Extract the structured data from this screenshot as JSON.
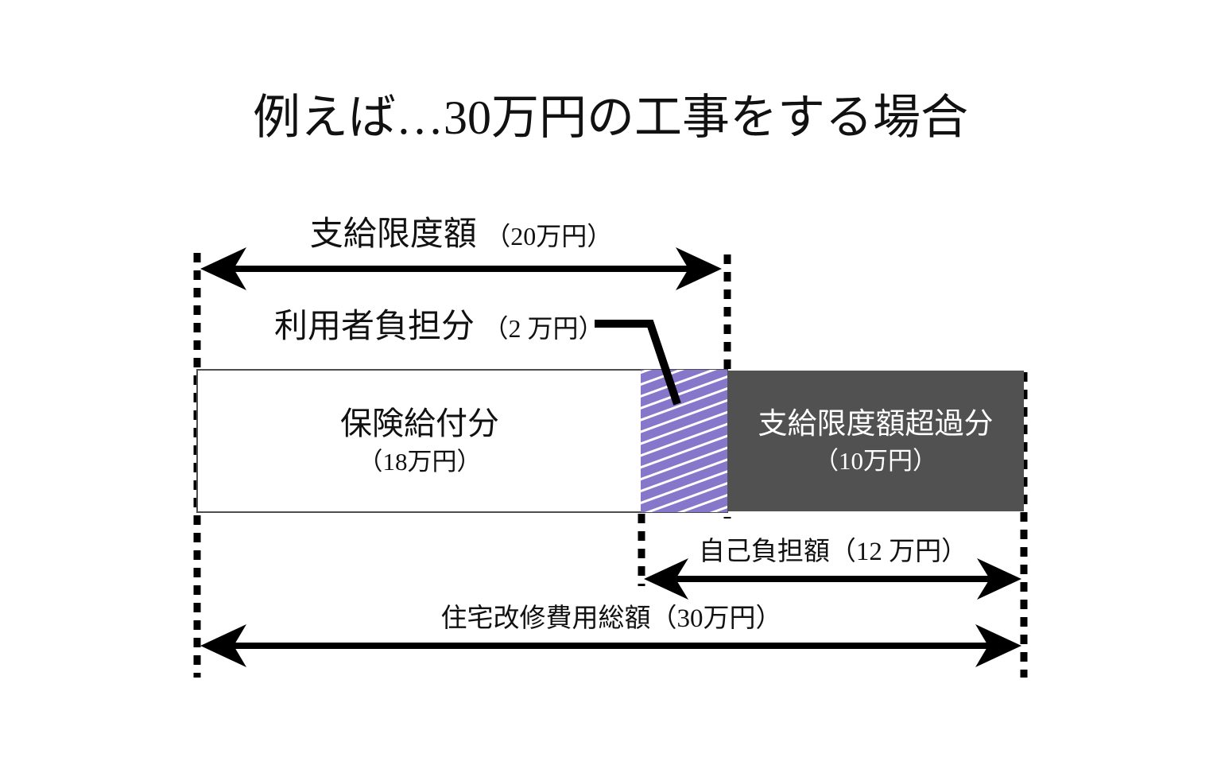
{
  "title": "例えば…30万円の工事をする場合",
  "colors": {
    "purple": "#8677cb",
    "dark_gray": "#515151",
    "line_black": "#000000",
    "box_border": "#4d4d4d",
    "hatch_white": "#ffffff"
  },
  "limit_arrow": {
    "label": "支給限度額",
    "amount": "（20万円）"
  },
  "user_burden": {
    "label": "利用者負担分",
    "amount": "（2 万円）"
  },
  "insurance_box": {
    "label": "保険給付分",
    "amount": "（18万円）"
  },
  "excess_box": {
    "label": "支給限度額超過分",
    "amount": "（10万円）"
  },
  "self_pay_arrow": {
    "label": "自己負担額（12 万円）"
  },
  "total_arrow": {
    "label": "住宅改修費用総額（30万円）"
  }
}
